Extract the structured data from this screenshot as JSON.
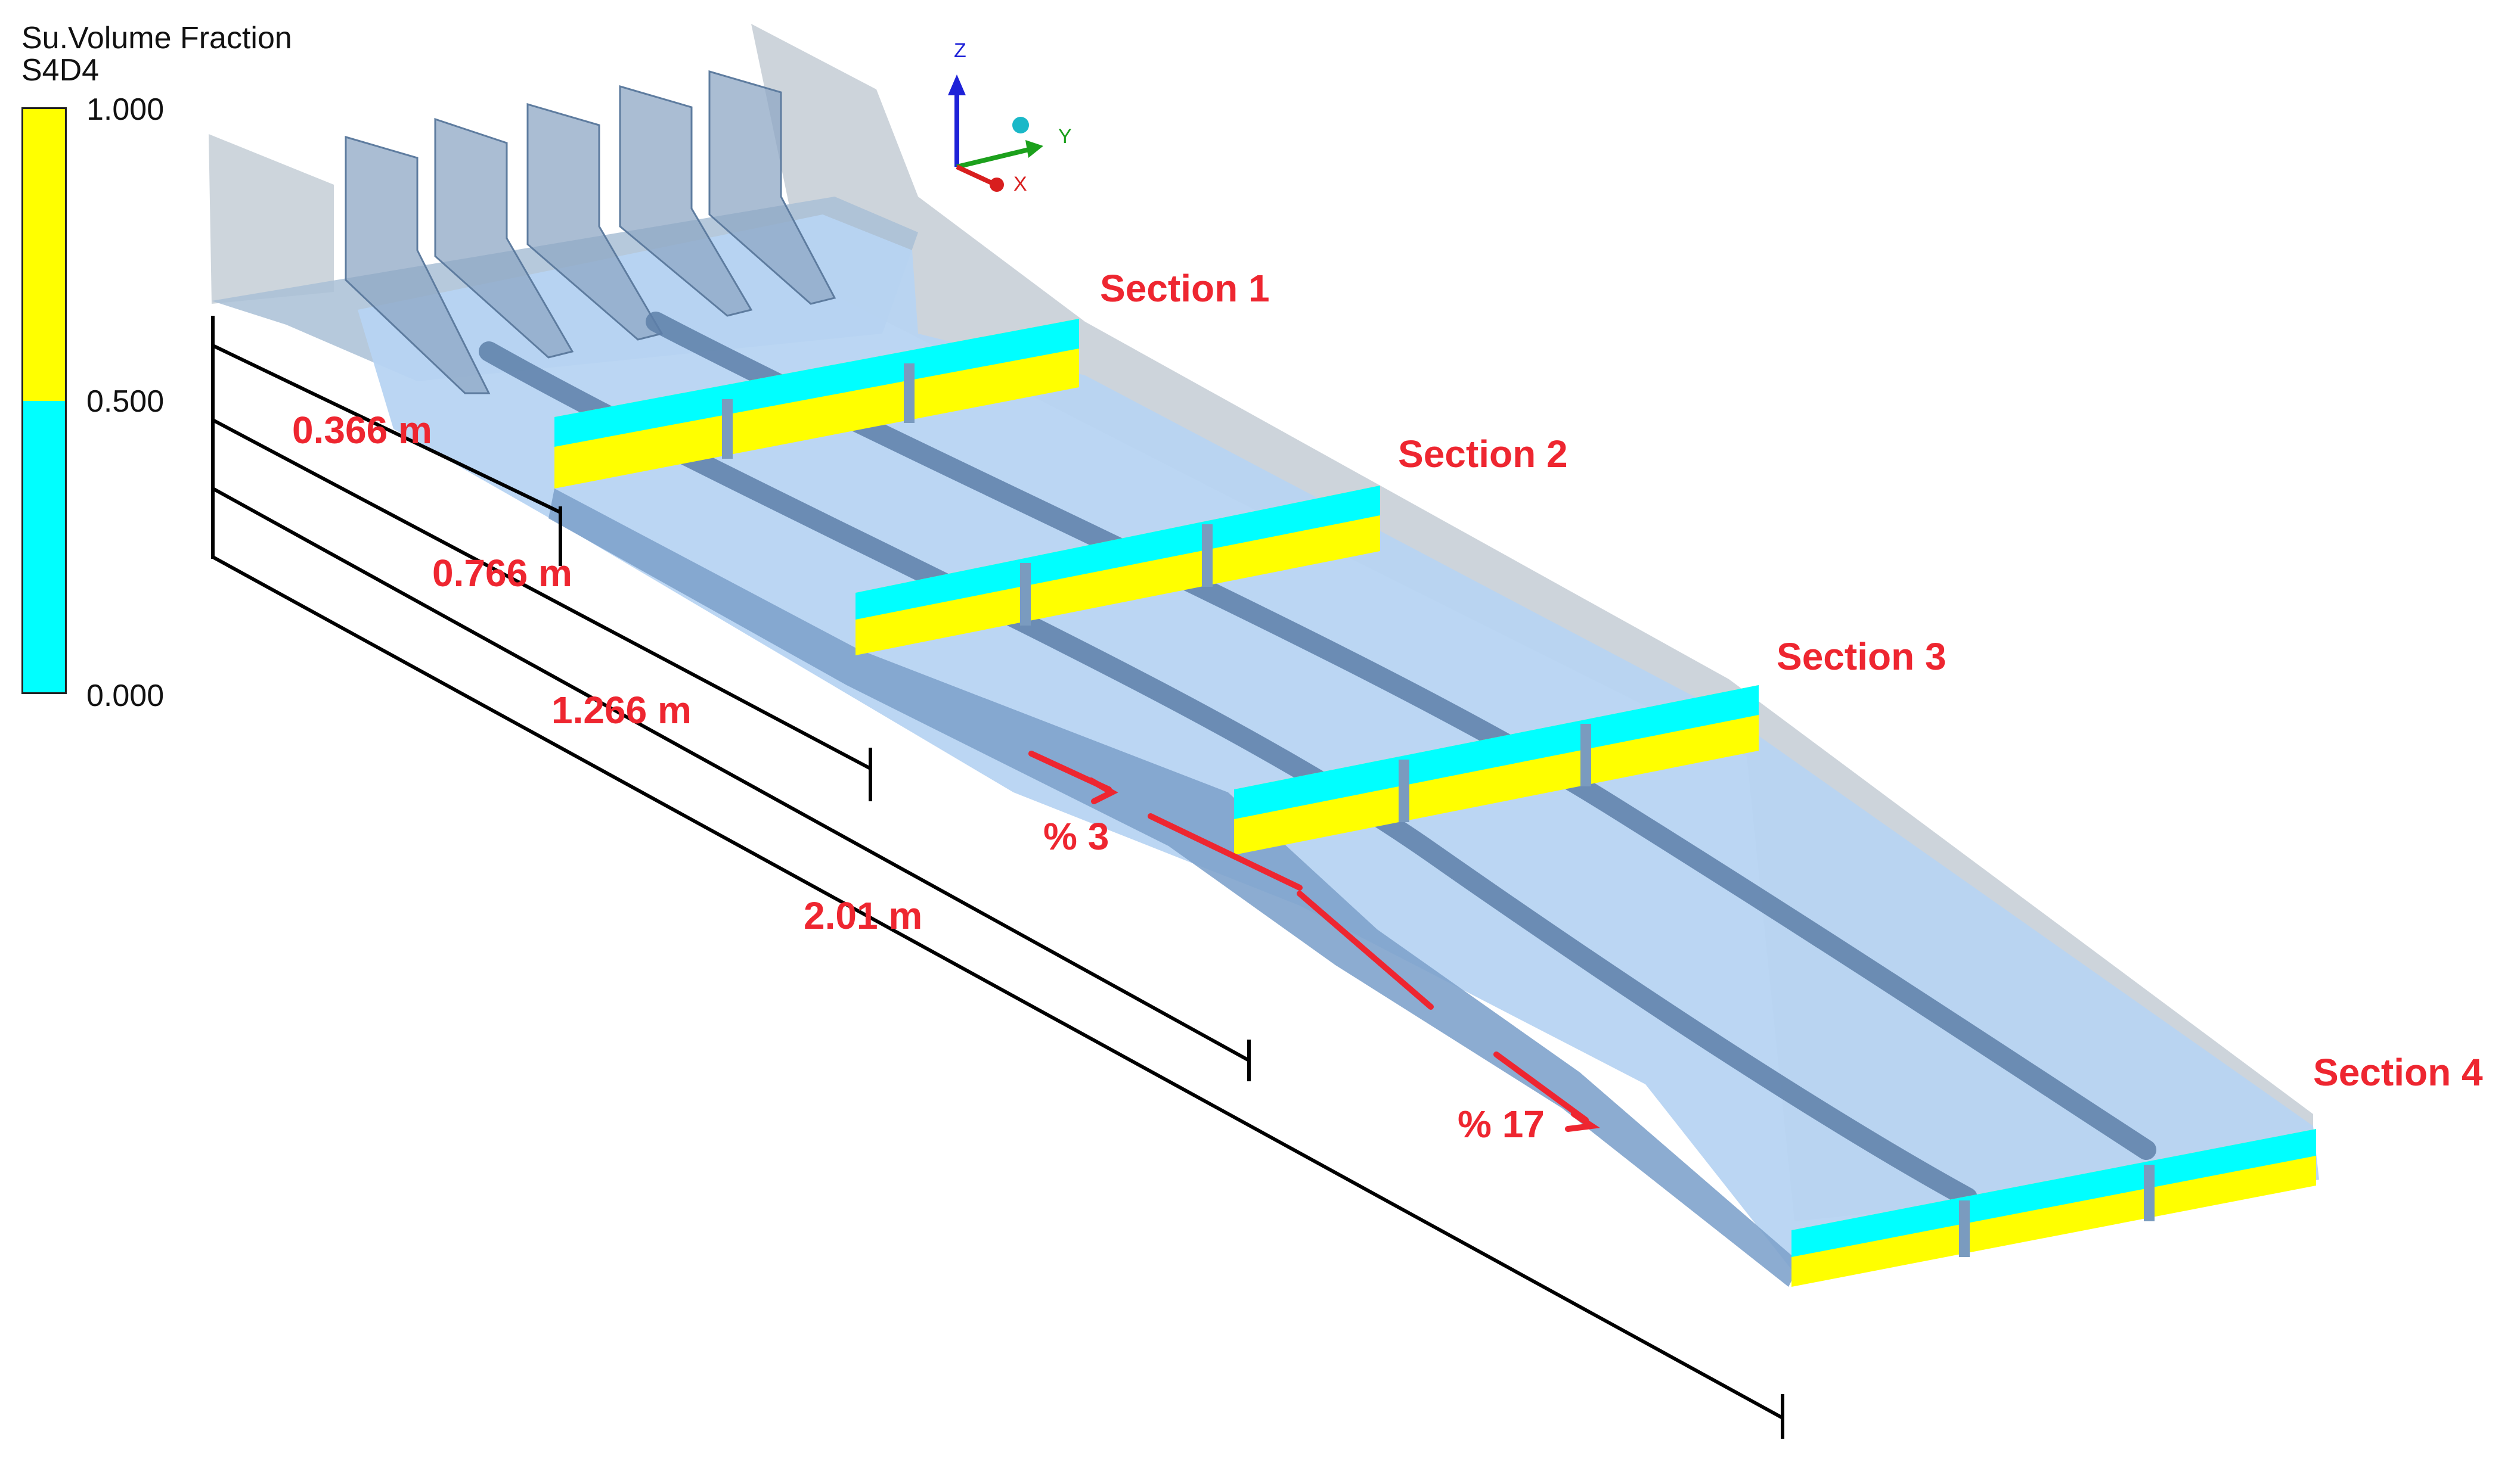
{
  "legend": {
    "title": "Su.Volume Fraction",
    "subtitle": "S4D4",
    "ticks": [
      "1.000",
      "0.500",
      "0.000"
    ],
    "colors": {
      "high": "#ffff00",
      "low": "#00ffff"
    }
  },
  "axes": {
    "z": "Z",
    "y": "Y",
    "x": "X"
  },
  "sections": [
    "Section 1",
    "Section 2",
    "Section 3",
    "Section 4"
  ],
  "distances": [
    "0.366 m",
    "0.766 m",
    "1.266 m",
    "2.01 m"
  ],
  "slopes": [
    "% 3",
    "% 17"
  ],
  "colors": {
    "annotation": "#ee2630",
    "channel": "#b9d7f4",
    "channel_dark": "#6e8fb8",
    "wall": "#bcc6d0",
    "water": "#00ffff",
    "air": "#ffff00"
  }
}
